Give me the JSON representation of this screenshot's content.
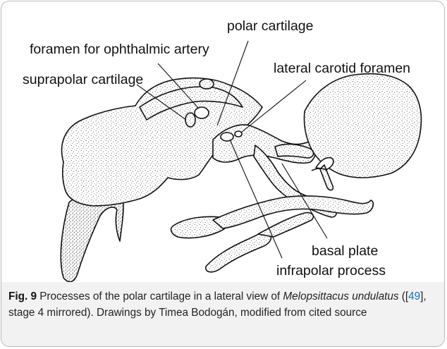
{
  "figure": {
    "labels": {
      "polar_cartilage": "polar cartilage",
      "foramen_ophthalmic": "foramen for ophthalmic artery",
      "lateral_carotid_foramen": "lateral carotid foramen",
      "suprapolar_cartilage": "suprapolar cartilage",
      "basal_plate": "basal plate",
      "infrapolar_process": "infrapolar process"
    },
    "caption": {
      "fig_label": "Fig. 9",
      "text_1": " Processes of the polar cartilage in a lateral view of ",
      "species": "Melopsittacus undulatus",
      "text_2": " ([",
      "ref": "49",
      "text_3": "], stage 4 mirrored). Drawings by Timea Bodogán, modified from cited source"
    }
  }
}
